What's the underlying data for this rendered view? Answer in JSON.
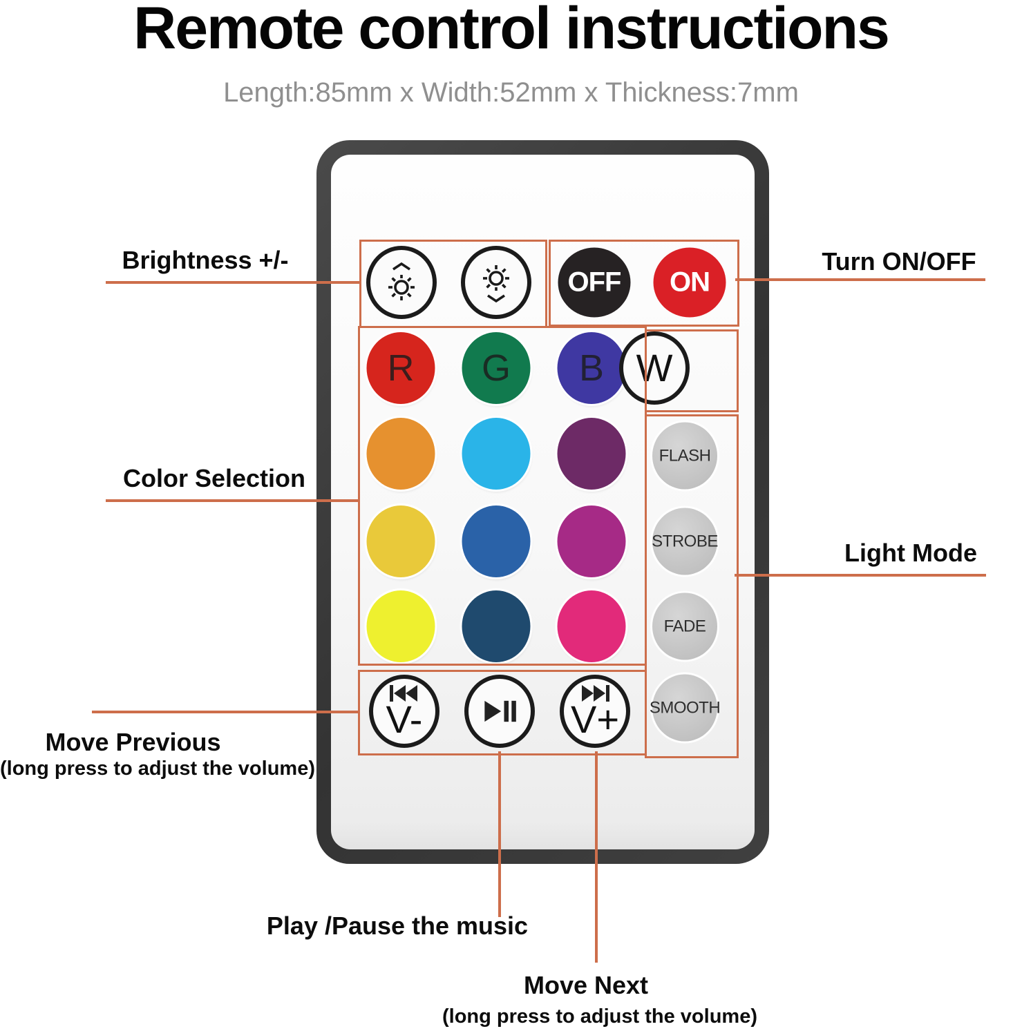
{
  "title": "Remote control instructions",
  "subtitle": "Length:85mm x Width:52mm x Thickness:7mm",
  "accent_color": "#cd6e4b",
  "labels": {
    "brightness": "Brightness +/-",
    "turn_on_off": "Turn ON/OFF",
    "color_selection": "Color Selection",
    "light_mode": "Light Mode",
    "move_previous": "Move Previous",
    "move_previous_sub": "(long press to adjust the volume)",
    "play_pause": "Play /Pause the music",
    "move_next": "Move Next",
    "move_next_sub": "(long press to adjust the volume)"
  },
  "icons": {
    "brightness_up": "sun-arrow-up-icon",
    "brightness_down": "sun-arrow-down-icon",
    "previous": "skip-previous-icon",
    "play_pause": "play-pause-icon",
    "next": "skip-next-icon"
  },
  "remote": {
    "power": {
      "off": "OFF",
      "on": "ON",
      "off_color": "#262223",
      "on_color": "#da2026"
    },
    "rgbw": [
      {
        "name": "red",
        "label": "R",
        "color": "#d6251d"
      },
      {
        "name": "green",
        "label": "G",
        "color": "#117a4e"
      },
      {
        "name": "blue",
        "label": "B",
        "color": "#3f38a2"
      },
      {
        "name": "white",
        "label": "W",
        "color": "#fcfcfc"
      }
    ],
    "swatches": [
      {
        "name": "orange",
        "color": "#e6912f"
      },
      {
        "name": "sky-blue",
        "color": "#2ab4e8"
      },
      {
        "name": "plum",
        "color": "#6d2a66"
      },
      {
        "name": "gold",
        "color": "#e9c93a"
      },
      {
        "name": "medium-blue",
        "color": "#2a62a8"
      },
      {
        "name": "magenta",
        "color": "#a62a86"
      },
      {
        "name": "yellow",
        "color": "#eef02f"
      },
      {
        "name": "navy",
        "color": "#1f4a6e"
      },
      {
        "name": "pink",
        "color": "#e22a7a"
      }
    ],
    "light_modes": [
      "FLASH",
      "STROBE",
      "FADE",
      "SMOOTH"
    ],
    "media": {
      "prev_label": "V-",
      "next_label": "V+"
    }
  }
}
